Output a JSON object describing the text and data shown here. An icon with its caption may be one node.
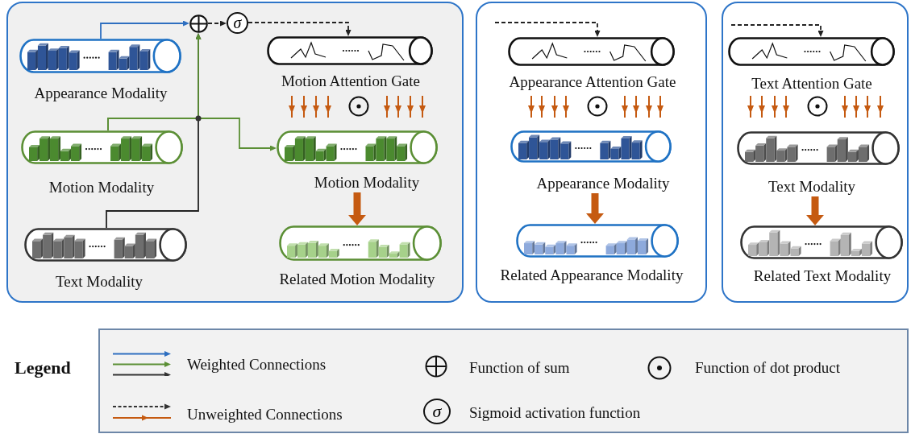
{
  "diagram": {
    "nodes": [
      {
        "text": [],
        "shape": "box"
      },
      {
        "text": [
          "Appearance Modality"
        ],
        "in": 0
      },
      {
        "text": [],
        "shape": "circle",
        "in": 0
      },
      {
        "text": [
          "σ"
        ],
        "in": 0
      },
      {
        "text": [
          "Motion Attention Gate"
        ],
        "in": 0
      },
      {
        "text": [
          "Motion Modality"
        ],
        "in": 0
      },
      {
        "text": [
          "Motion Modality"
        ],
        "in": 0
      },
      {
        "text": [
          "Text Modality"
        ],
        "in": 0
      },
      {
        "text": [
          "Related Motion Modality"
        ],
        "in": 0
      },
      {
        "text": [],
        "shape": "box"
      },
      {
        "text": [
          "Appearance Attention Gate"
        ],
        "in": 9
      },
      {
        "text": [
          "Appearance Modality"
        ],
        "in": 9
      },
      {
        "text": [
          "Related Appearance Modality"
        ],
        "in": 9
      },
      {
        "text": [],
        "shape": "box"
      },
      {
        "text": [
          "Text Attention Gate"
        ],
        "in": 13
      },
      {
        "text": [
          "Text Modality"
        ],
        "in": 13
      },
      {
        "text": [
          "Related Text Modality"
        ],
        "in": 13
      }
    ],
    "edges": [
      {
        "from": 1,
        "to": 2,
        "arrow": "to",
        "color": "#2e6fc0"
      },
      {
        "from": 5,
        "to": 2,
        "arrow": "to",
        "color": "#5b8f35"
      },
      {
        "from": 7,
        "to": 2,
        "arrow": "to"
      },
      {
        "from": 5,
        "to": 6,
        "arrow": "to",
        "color": "#5b8f35"
      },
      {
        "from": 2,
        "to": 3,
        "arrow": "to",
        "style": "dashed"
      },
      {
        "from": 3,
        "to": 4,
        "arrow": "to",
        "style": "dashed"
      },
      {
        "from": 6,
        "to": 8,
        "arrow": "to",
        "style": "thick",
        "color": "#c55a11"
      },
      {
        "from": null,
        "to": 10,
        "arrow": "to",
        "style": "dashed"
      },
      {
        "from": 11,
        "to": 12,
        "arrow": "to",
        "style": "thick",
        "color": "#c55a11"
      },
      {
        "from": null,
        "to": 14,
        "arrow": "to",
        "style": "dashed"
      },
      {
        "from": 15,
        "to": 16,
        "arrow": "to",
        "style": "thick",
        "color": "#c55a11"
      }
    ],
    "labels": [
      "Legend",
      "σ"
    ],
    "legend": [
      {
        "text": "Weighted Connections"
      },
      {
        "text": "Function of sum"
      },
      {
        "text": "Function of dot product"
      },
      {
        "text": "Unweighted Connections"
      },
      {
        "text": "Sigmoid activation function"
      }
    ]
  }
}
